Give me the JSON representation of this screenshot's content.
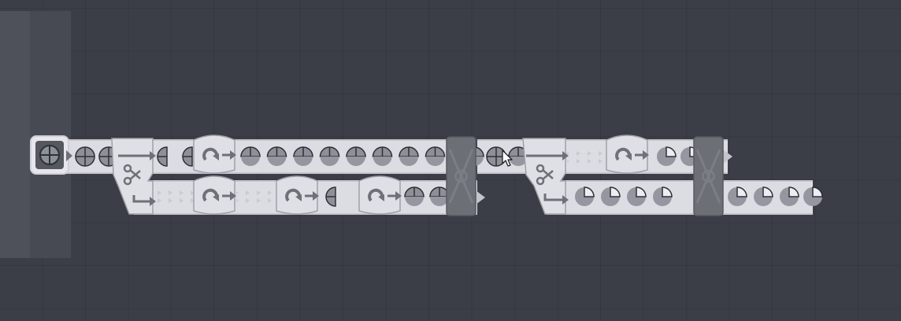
{
  "scene": {
    "colors": {
      "background": "#3b3e47",
      "grid_line": "#33363e",
      "dark_tile": "#4a4d56",
      "belt": "#dcdce3",
      "belt_edge": "#b9bac3",
      "belt_arrow": "#c3c4cc",
      "building": "#dfe0e6",
      "building_edge": "#9fa1ab",
      "shape": "#8e9098",
      "shape_line": "#2e3038",
      "icon": "#6f717a",
      "extractor_frame": "#e6e6ec",
      "extractor_bg": "#55585f",
      "balancer": "#6d6f77",
      "balancer_edge": "#585a61"
    },
    "buildings": [
      {
        "kind": "extractor",
        "icon": "circle-cross-shape-icon"
      },
      {
        "kind": "cutter",
        "icon": "scissors-icon",
        "lane": "upper"
      },
      {
        "kind": "rotator",
        "icon": "rotate-arrow-icon",
        "lane": "upper"
      },
      {
        "kind": "rotator",
        "icon": "rotate-arrow-icon",
        "lane": "lower"
      },
      {
        "kind": "rotator",
        "icon": "rotate-arrow-icon",
        "lane": "lower"
      },
      {
        "kind": "rotator",
        "icon": "rotate-arrow-icon",
        "lane": "lower"
      },
      {
        "kind": "balancer",
        "icon": "cross-arrows-icon",
        "lane": "both"
      },
      {
        "kind": "cutter",
        "icon": "scissors-icon",
        "lane": "upper"
      },
      {
        "kind": "rotator",
        "icon": "rotate-arrow-icon",
        "lane": "upper"
      },
      {
        "kind": "balancer",
        "icon": "cross-arrows-icon",
        "lane": "both"
      }
    ],
    "shape_kinds": [
      "full-circle",
      "half-left",
      "half-top",
      "quarter"
    ],
    "cursor": {
      "icon": "mouse-pointer-icon"
    }
  }
}
